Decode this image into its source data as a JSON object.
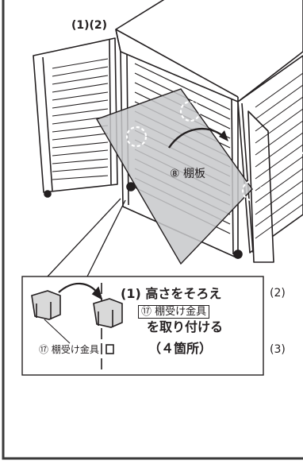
{
  "figure": {
    "step_label": "(1)(2)",
    "shelf_label": "⑧ 棚板",
    "instruction": {
      "line1": "(1) 高さをそろえ",
      "part_name": "⑰ 棚受け金具",
      "line2": "を取り付ける",
      "line3": "（４箇所）"
    },
    "bracket_callout": "⑰ 棚受け金具",
    "side_steps": [
      "(2)",
      "(3)"
    ]
  },
  "colors": {
    "line": "#231f20",
    "shelf_fill": "#c7c8ca",
    "frame_border": "#3a3a3a",
    "bracket_fill": "#d9d9d9"
  }
}
